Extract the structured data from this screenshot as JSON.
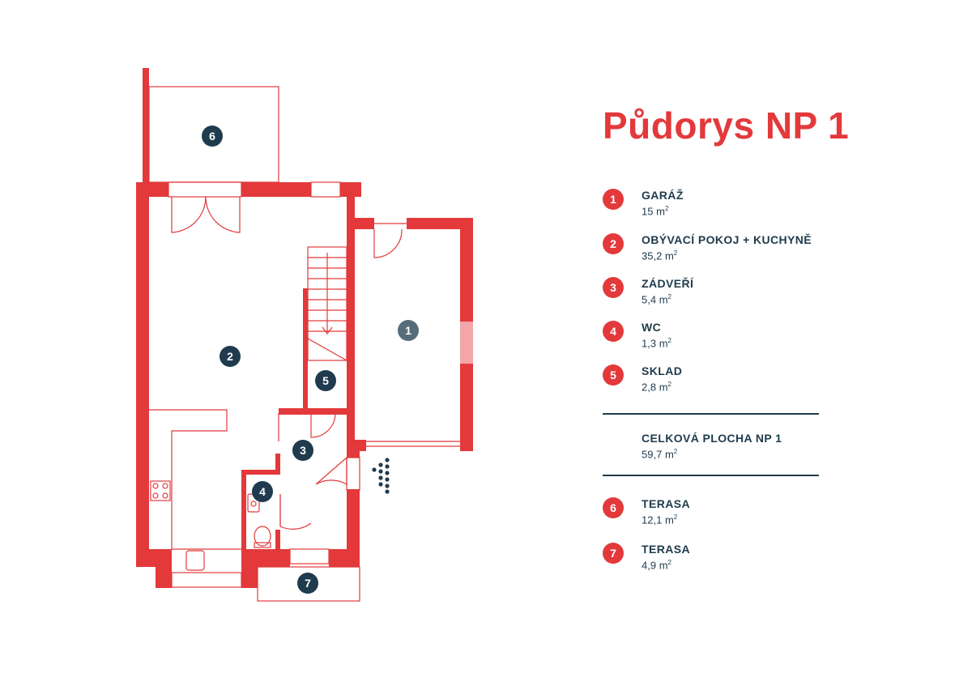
{
  "title": "Půdorys NP 1",
  "rooms": [
    {
      "num": "1",
      "name": "GARÁŽ",
      "area": "15",
      "unit": "m",
      "sup": "2"
    },
    {
      "num": "2",
      "name": "OBÝVACÍ POKOJ + KUCHYNĚ",
      "area": "35,2",
      "unit": "m",
      "sup": "2"
    },
    {
      "num": "3",
      "name": "ZÁDVEŘÍ",
      "area": "5,4",
      "unit": "m",
      "sup": "2"
    },
    {
      "num": "4",
      "name": "WC",
      "area": "1,3",
      "unit": "m",
      "sup": "2"
    },
    {
      "num": "5",
      "name": "SKLAD",
      "area": "2,8",
      "unit": "m",
      "sup": "2"
    }
  ],
  "total": {
    "name": "CELKOVÁ PLOCHA NP 1",
    "area": "59,7",
    "unit": "m",
    "sup": "2"
  },
  "terraces": [
    {
      "num": "6",
      "name": "TERASA",
      "area": "12,1",
      "unit": "m",
      "sup": "2"
    },
    {
      "num": "7",
      "name": "TERASA",
      "area": "4,9",
      "unit": "m",
      "sup": "2"
    }
  ],
  "plan_markers": [
    "1",
    "2",
    "3",
    "4",
    "5",
    "6",
    "7"
  ],
  "colors": {
    "accent": "#e3393b",
    "dark": "#1f3b4d",
    "light_accent": "#f2a6a7"
  }
}
